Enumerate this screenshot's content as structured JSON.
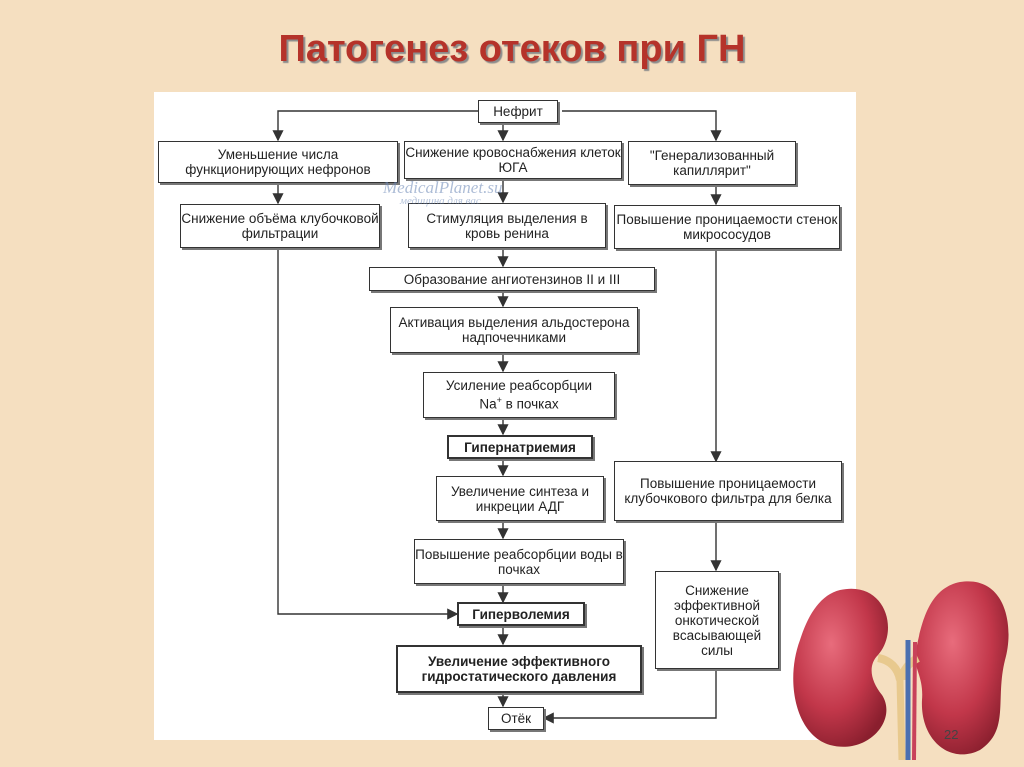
{
  "title": "Патогенез отеков при ГН",
  "page_number": "22",
  "watermark": {
    "main": "MedicalPlanet.su",
    "sub": "медицина для вас"
  },
  "nodes": {
    "nefrit": "Нефрит",
    "fewer_nephrons": "Уменьшение числа функционирующих нефронов",
    "blood_supply": "Снижение кровоснабжения клеток ЮГА",
    "capillaritis": "\"Генерализованный капиллярит\"",
    "gfr_drop": "Снижение объёма клубочковой фильтрации",
    "renin": "Стимуляция выделения в кровь ренина",
    "vessel_perm": "Повышение проницаемости стенок микрососудов",
    "angiotensin": "Образование ангиотензинов II и III",
    "aldosterone": "Активация выделения альдостерона надпочечниками",
    "na_reabs_1": "Усиление реабсорбции",
    "na_reabs_2": "в почках",
    "hypernat": "Гипернатриемия",
    "adh": "Увеличение синтеза и инкреции АДГ",
    "glom_perm": "Повышение проницаемости клубочкового фильтра для белка",
    "water_reabs": "Повышение реабсорбции воды в почках",
    "oncotic": "Снижение эффективной онкотической всасывающей силы",
    "hypervol": "Гиперволемия",
    "hydrostatic": "Увеличение эффективного гидростатического давления",
    "edema": "Отёк"
  },
  "colors": {
    "title": "#b5332a",
    "kidney": "#c2374a",
    "ureter": "#e8c98e"
  }
}
